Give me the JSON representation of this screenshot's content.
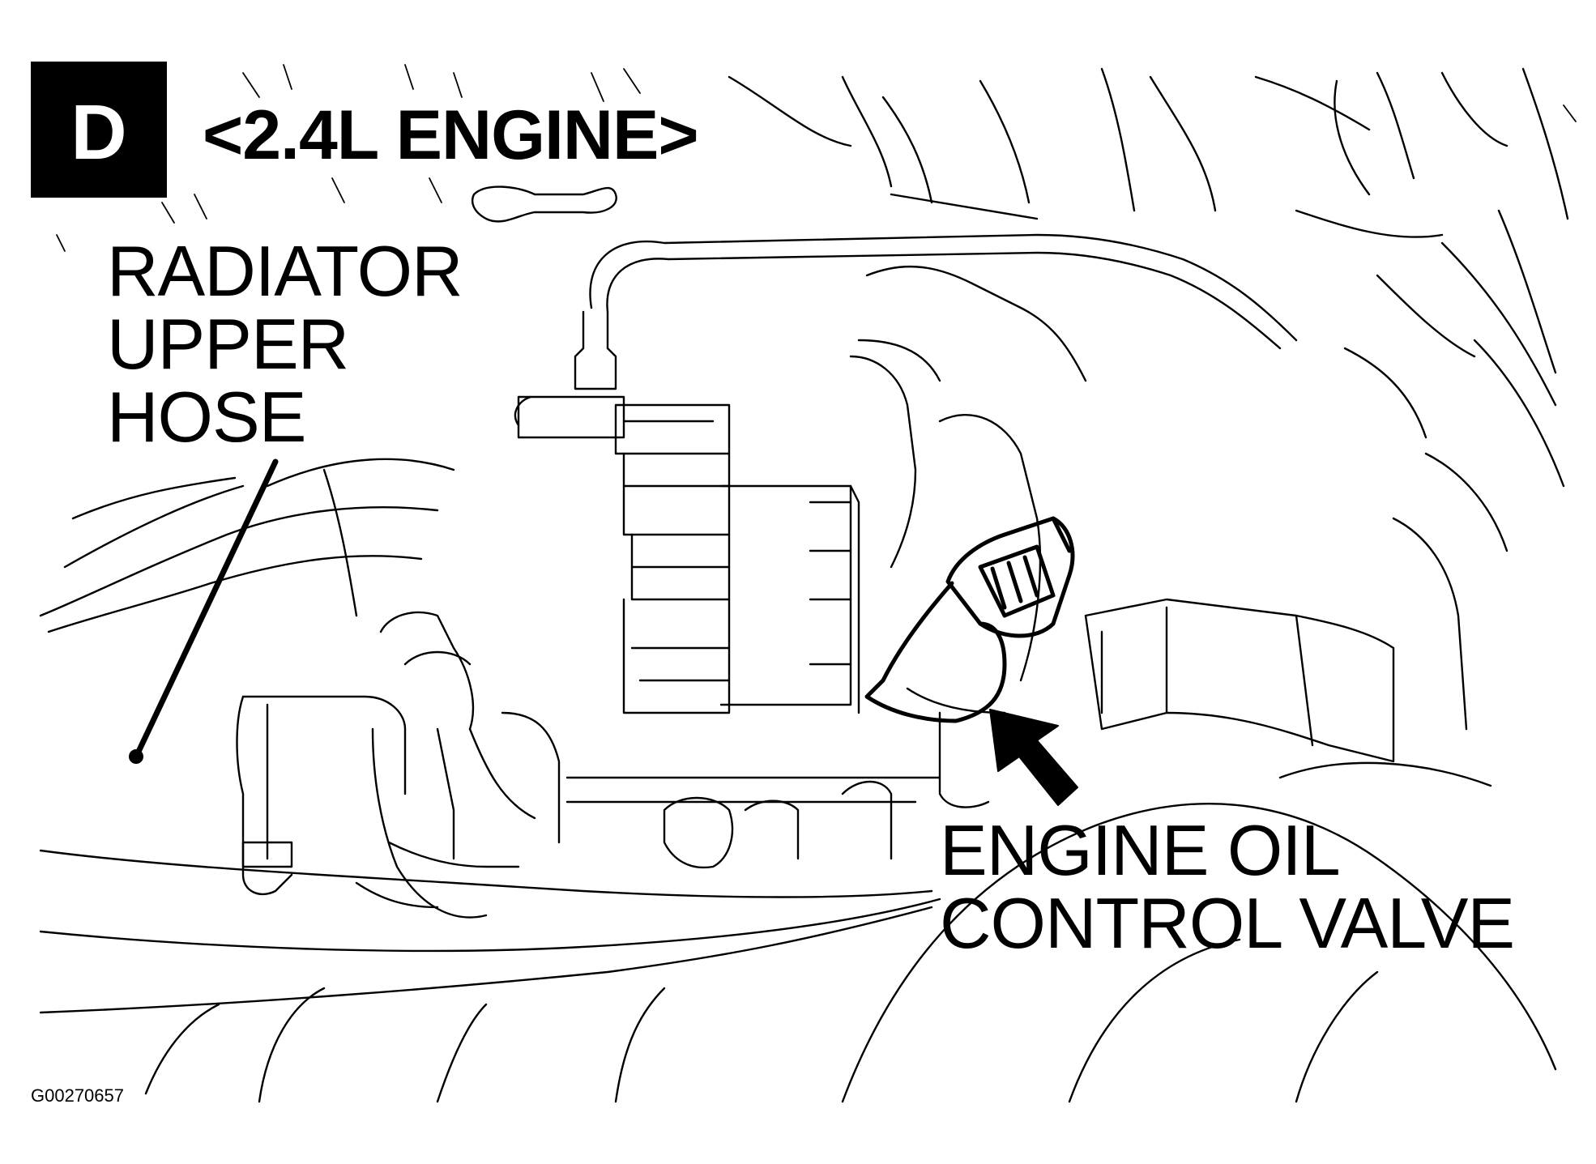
{
  "badge": {
    "letter": "D"
  },
  "title": "<2.4L ENGINE>",
  "callouts": {
    "radiator_hose": {
      "line1": "RADIATOR",
      "line2": "UPPER",
      "line3": "HOSE"
    },
    "oil_control_valve": {
      "line1": "ENGINE OIL",
      "line2": "CONTROL VALVE"
    }
  },
  "figure_code": "G00270657"
}
